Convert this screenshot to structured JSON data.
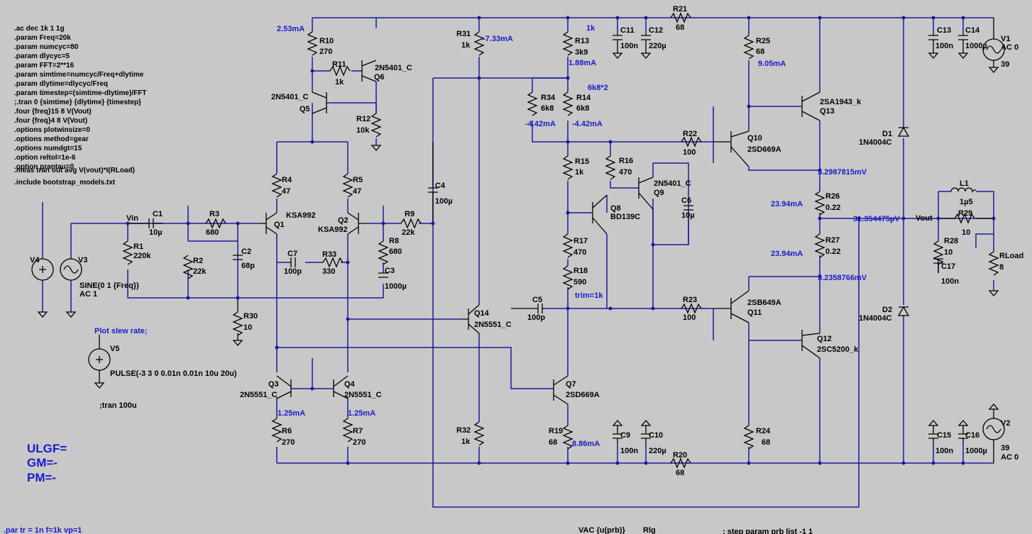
{
  "directives": [
    ".ac dec 1k 1 1g",
    ".param Freq=20k",
    ".param numcyc=80",
    ".param dlycyc=5",
    ".param FFT=2**16",
    ".param simtime=numcyc/Freq+dlytime",
    ".param dlytime=dlycyc/Freq",
    ".param timestep=(simtime-dlytime)/FFT",
    ";.tran 0 {simtime} {dlytime} {timestep}",
    ".four {freq}15 8 V(Vout)",
    ".four {freq}4 8 V(Vout)",
    ".options plotwinsize=0",
    ".options method=gear",
    ".options numdgt=15",
    ".option reltol=1e-6",
    ".option prantau=0",
    ".meas tran out avg V(vout)*I(RLoad)",
    ".include bootstrap_models.txt"
  ],
  "sources": {
    "v1": {
      "name": "V1",
      "ac": "AC 0",
      "value": "39"
    },
    "v2": {
      "name": "V2",
      "ac": "AC 0",
      "value": "39"
    },
    "v3": {
      "name": "V3",
      "value": "SINE(0 1 {Freq})",
      "ac": "AC 1"
    },
    "v4": {
      "name": "V4"
    },
    "v5": {
      "name": "V5",
      "value": "PULSE(-3 3 0 0.01n 0.01n 10u 20u)",
      "title": "Plot slew rate;"
    }
  },
  "tran_comment": ";tran 100u",
  "results": {
    "ulgf": "ULGF=",
    "gm": "GM=-",
    "pm": "PM=-"
  },
  "footer": {
    "left": ".par tr = 1n f=1k vp=1",
    "mid": "VAC {u(prb)}",
    "mid2": "Rlg",
    "right": "; step param prb list -1 1"
  },
  "nets": {
    "vin": "Vin",
    "vout": "Vout"
  },
  "parts": {
    "R1": [
      "R1",
      "220k"
    ],
    "R2": [
      "R2",
      "22k"
    ],
    "R3": [
      "R3",
      "680"
    ],
    "R4": [
      "R4",
      "47"
    ],
    "R5": [
      "R5",
      "47"
    ],
    "R6": [
      "R6",
      "270"
    ],
    "R7": [
      "R7",
      "270"
    ],
    "R8": [
      "R8",
      "680"
    ],
    "R9": [
      "R9",
      "22k"
    ],
    "R10": [
      "R10",
      "270"
    ],
    "R11": [
      "R11",
      "1k"
    ],
    "R12": [
      "R12",
      "10k"
    ],
    "R13": [
      "R13",
      "3k9"
    ],
    "R14": [
      "R14",
      "6k8"
    ],
    "R15": [
      "R15",
      "1k"
    ],
    "R16": [
      "R16",
      "470"
    ],
    "R17": [
      "R17",
      "470"
    ],
    "R18": [
      "R18",
      "590"
    ],
    "R19": [
      "R19",
      "68"
    ],
    "R20": [
      "R20",
      "68"
    ],
    "R21": [
      "R21",
      "68"
    ],
    "R22": [
      "R22",
      "100"
    ],
    "R23": [
      "R23",
      "100"
    ],
    "R24": [
      "R24",
      "68"
    ],
    "R25": [
      "R25",
      "68"
    ],
    "R26": [
      "R26",
      "0.22"
    ],
    "R27": [
      "R27",
      "0.22"
    ],
    "R28": [
      "R28",
      "10"
    ],
    "R29": [
      "R29",
      "10"
    ],
    "R30": [
      "R30",
      "10"
    ],
    "R31": [
      "R31",
      "1k"
    ],
    "R32": [
      "R32",
      "1k"
    ],
    "R33": [
      "R33",
      "330"
    ],
    "R34": [
      "R34",
      "6k8"
    ],
    "RLoad": [
      "RLoad",
      "8"
    ],
    "C1": [
      "C1",
      "10µ"
    ],
    "C2": [
      "C2",
      "68p"
    ],
    "C3": [
      "C3",
      "1000µ"
    ],
    "C4": [
      "C4",
      "100µ"
    ],
    "C5": [
      "C5",
      "100p"
    ],
    "C6": [
      "C6",
      "10µ"
    ],
    "C7": [
      "C7",
      "100p"
    ],
    "C9": [
      "C9",
      "100n"
    ],
    "C10": [
      "C10",
      "220µ"
    ],
    "C11": [
      "C11",
      "100n"
    ],
    "C12": [
      "C12",
      "220µ"
    ],
    "C13": [
      "C13",
      "100n"
    ],
    "C14": [
      "C14",
      "1000µ"
    ],
    "C15": [
      "C15",
      "100n"
    ],
    "C16": [
      "C16",
      "1000µ"
    ],
    "C17": [
      "C17",
      "100n"
    ],
    "L1": [
      "L1",
      "1µ5"
    ],
    "D1": [
      "D1",
      "1N4004C"
    ],
    "D2": [
      "D2",
      "1N4004C"
    ],
    "Q1": [
      "Q1",
      "KSA992"
    ],
    "Q2": [
      "Q2",
      "KSA992"
    ],
    "Q3": [
      "Q3",
      "2N5551_C"
    ],
    "Q4": [
      "Q4",
      "2N5551_C"
    ],
    "Q5": [
      "Q5",
      "2N5401_C"
    ],
    "Q6": [
      "Q6",
      "2N5401_C"
    ],
    "Q7": [
      "Q7",
      "2SD669A"
    ],
    "Q8": [
      "Q8",
      "BD139C"
    ],
    "Q9": [
      "Q9",
      "2N5401_C"
    ],
    "Q10": [
      "Q10",
      "2SD669A"
    ],
    "Q11": [
      "Q11",
      "2SB649A"
    ],
    "Q12": [
      "Q12",
      "2SC5200_k"
    ],
    "Q13": [
      "Q13",
      "2SA1943_k"
    ],
    "Q14": [
      "Q14",
      "2N5551_C"
    ]
  },
  "notes": {
    "r14_note": "6k8*2",
    "r13_note": "1k",
    "trim": "trim=1k"
  },
  "measurements": {
    "i_r10": "2.53mA",
    "i_r31": "-7.33mA",
    "i_r13": "1.88mA",
    "i_r34": "-4.42mA",
    "i_r14": "-4.42mA",
    "i_r25": "9.05mA",
    "v_q13e": "5.2987815mV",
    "i_r26": "23.94mA",
    "v_out": "31.354475µV",
    "i_r27": "23.94mA",
    "v_q12e": "5.2358766mV",
    "i_r6": "1.25mA",
    "i_r7": "1.25mA",
    "i_r19": "8.86mA"
  },
  "colors": {
    "wire": "#1a1a9a",
    "annotation": "#1a1acc",
    "background": "#c8c8c8"
  }
}
